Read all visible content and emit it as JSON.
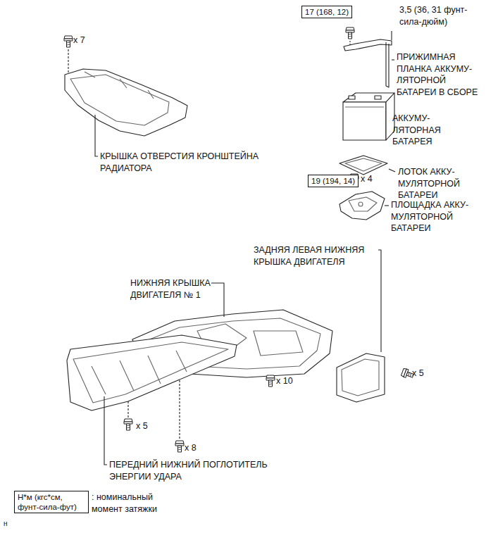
{
  "diagram": {
    "nodes": [
      {
        "text": [
          "17 (168, 12)"
        ]
      },
      {
        "text": [
          "19 (194, 14)"
        ]
      },
      {
        "text": [
          "Н*м (кгс*см, фунт-сила-фут)"
        ]
      }
    ],
    "labels": [
      "x 7",
      "КРЫШКА ОТВЕРСТИЯ КРОНШТЕЙНА РАДИАТОРА",
      "3,5 (36, 31 фунт-сила-дюйм)",
      "ПРИЖИМНАЯ ПЛАНКА АККУМУ-ЛЯТОРНОЙ БАТАРЕИ В СБОРЕ",
      "АККУМУ-ЛЯТОРНАЯ БАТАРЕЯ",
      "ЛОТОК АККУ-МУЛЯТОРНОЙ БАТАРЕИ",
      "x 4",
      "ПЛОЩАДКА АККУ-МУЛЯТОРНОЙ БАТАРЕИ",
      "ЗАДНЯЯ ЛЕВАЯ НИЖНЯЯ КРЫШКА ДВИГАТЕЛЯ",
      "НИЖНЯЯ КРЫШКА ДВИГАТЕЛЯ № 1",
      "x 10",
      "x 5",
      "x 5",
      "x 8",
      "ПЕРЕДНИЙ НИЖНИЙ ПОГЛОТИТЕЛЬ ЭНЕРГИИ УДАРА",
      ": номинальный момент затяжки",
      "н"
    ]
  }
}
